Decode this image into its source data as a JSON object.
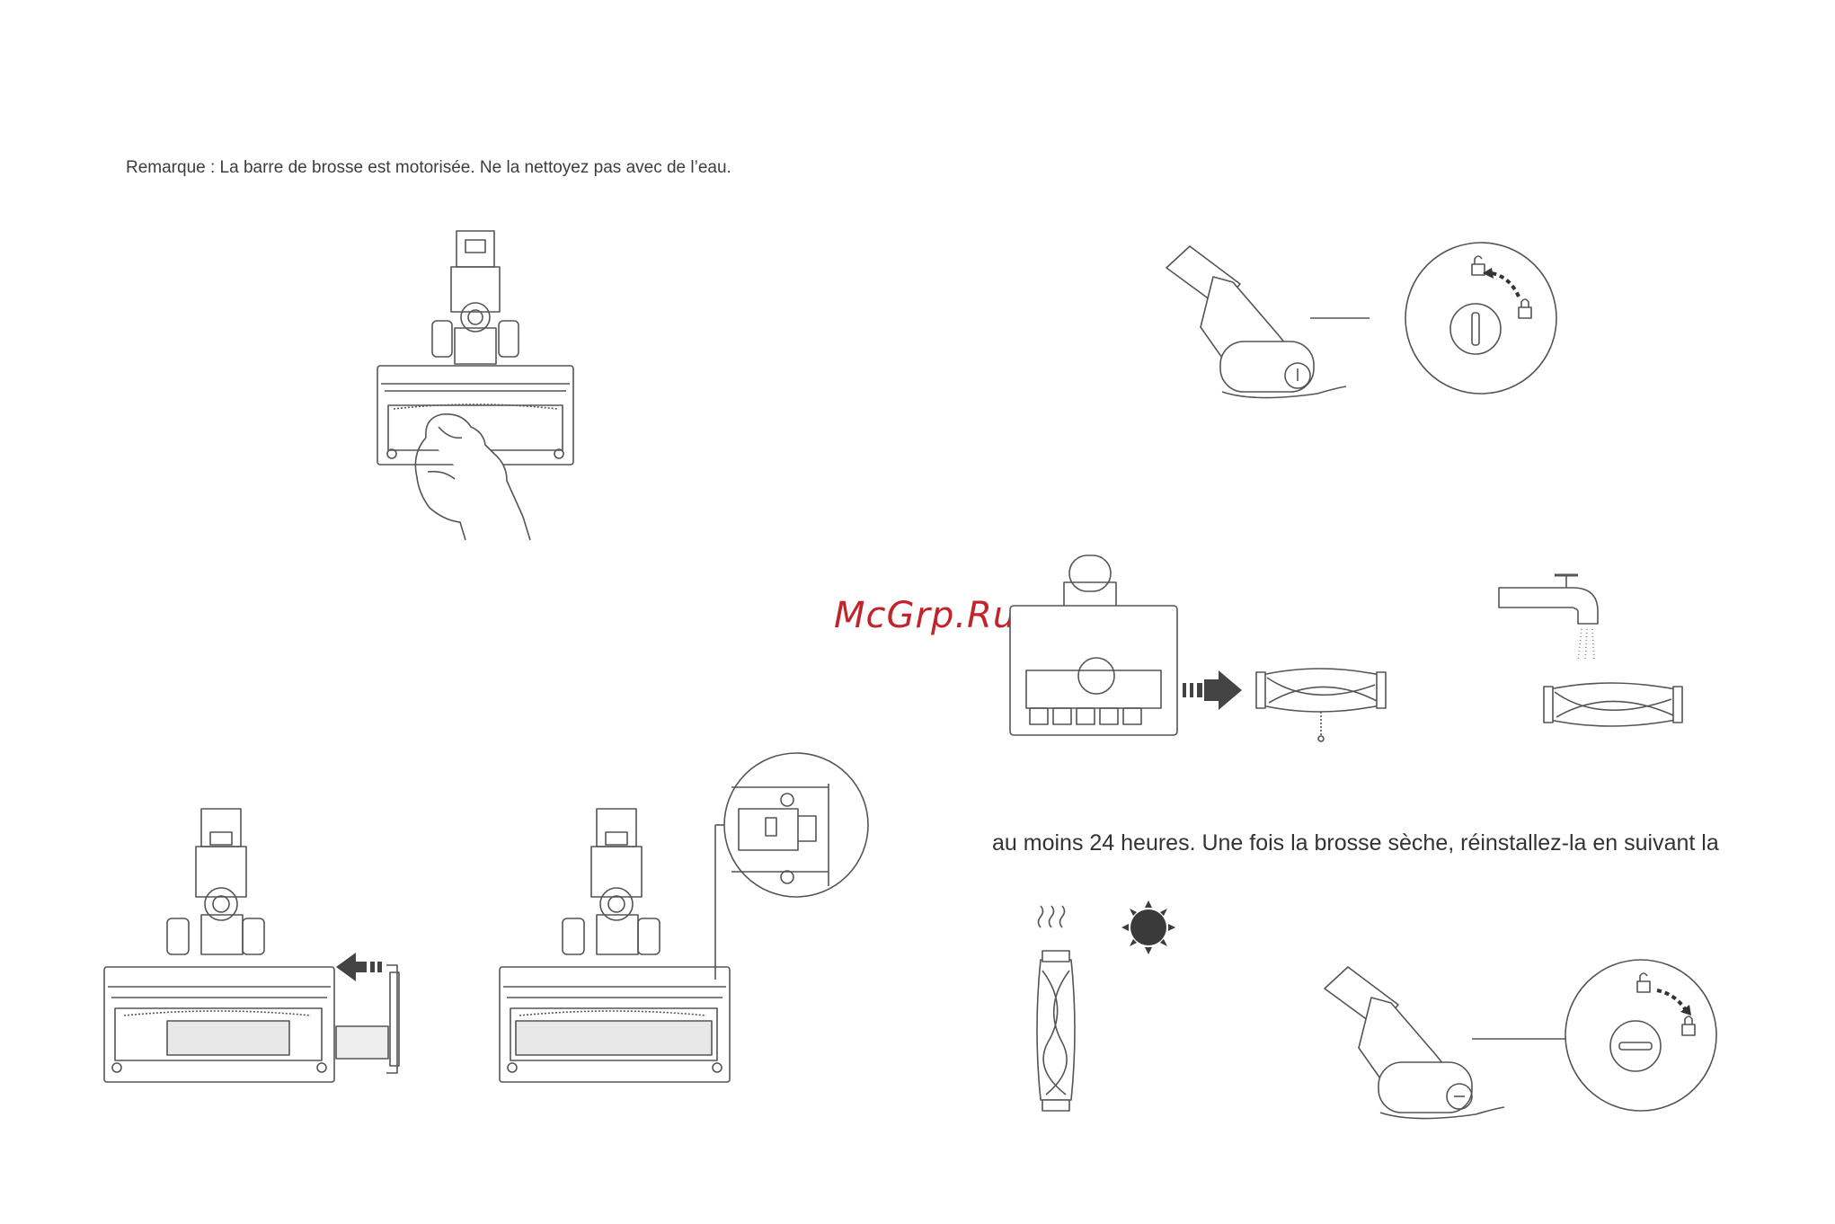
{
  "page": {
    "note": "Remarque : La barre de brosse est motorisée. Ne la nettoyez pas avec de l’eau.",
    "watermark": "McGrp.Ru",
    "instruction_fragment": "au moins 24 heures. Une fois la brosse sèche, réinstallez-la en suivant la"
  },
  "illustrations": [
    {
      "id": "wipe-brush-head",
      "icon": "hand-wiping-icon"
    },
    {
      "id": "unlock-brush-cover",
      "icon": "unlock-rotate-icon"
    },
    {
      "id": "remove-brush-roll",
      "icon": "arrow-right-icon"
    },
    {
      "id": "rinse-brush-roll",
      "icon": "water-tap-icon"
    },
    {
      "id": "dry-brush-roll",
      "icon": "sun-icon"
    },
    {
      "id": "lock-brush-cover",
      "icon": "lock-rotate-icon"
    },
    {
      "id": "insert-brush-roll",
      "icon": "arrow-left-icon"
    },
    {
      "id": "brush-installed",
      "icon": "magnifier-detail-icon"
    }
  ],
  "colors": {
    "line": "#555555",
    "fill_dark": "#4a4a4a",
    "watermark": "#c0252b"
  }
}
